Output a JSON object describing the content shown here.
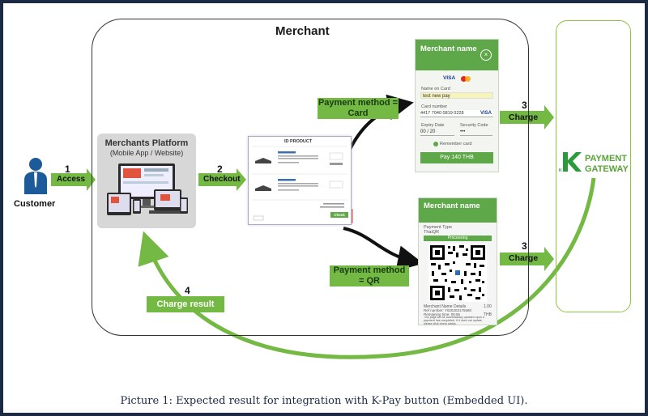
{
  "title": "Merchant",
  "customer": {
    "label": "Customer"
  },
  "steps": {
    "access": {
      "num": "1",
      "label": "Access"
    },
    "checkout": {
      "num": "2",
      "label": "Checkout"
    },
    "charge_card": {
      "num": "3",
      "label": "Charge"
    },
    "charge_qr": {
      "num": "3",
      "label": "Charge"
    },
    "charge_result": {
      "num": "4",
      "label": "Charge result"
    }
  },
  "platform": {
    "title": "Merchants Platform",
    "subtitle": "(Mobile App / Website)"
  },
  "payment_methods": {
    "card": "Payment method = Card",
    "qr": "Payment method = QR"
  },
  "card_form": {
    "header": "Merchant name",
    "brands": "VISA",
    "name_label": "Name on Card",
    "name_value": "test new pay",
    "number_label": "Card number",
    "number_value": "4417 7040 0819 0228",
    "number_brand": "VISA",
    "expiry_label": "Expiry Date",
    "expiry_value": "00 / 20",
    "security_label": "Security Code",
    "security_value": "•••",
    "remember": "Remember card",
    "pay_button": "Pay 140 THB"
  },
  "qr_form": {
    "header": "Merchant name",
    "type_label": "Payment Type",
    "type_value": "ThaiQR",
    "badge": "Processing",
    "merchant_line": "Merchant Name Details",
    "amount": "1.00",
    "ref_line": "Ref number: Y020202175560",
    "remaining": "Remaining time: 06:56",
    "currency": "THB",
    "footer": "This page will be automatically updated upon a payment has completed. If it does not update, please click check status."
  },
  "checkout_page": {
    "header": "ID PRODUCT",
    "button": "Check"
  },
  "gateway": {
    "line1": "PAYMENT",
    "line2": "GATEWAY",
    "logo_letter": "K"
  },
  "caption": "Picture 1: Expected result for integration with K-Pay button (Embedded UI).",
  "colors": {
    "green": "#74b943",
    "border": "#333333",
    "frame": "#1d2a44"
  }
}
